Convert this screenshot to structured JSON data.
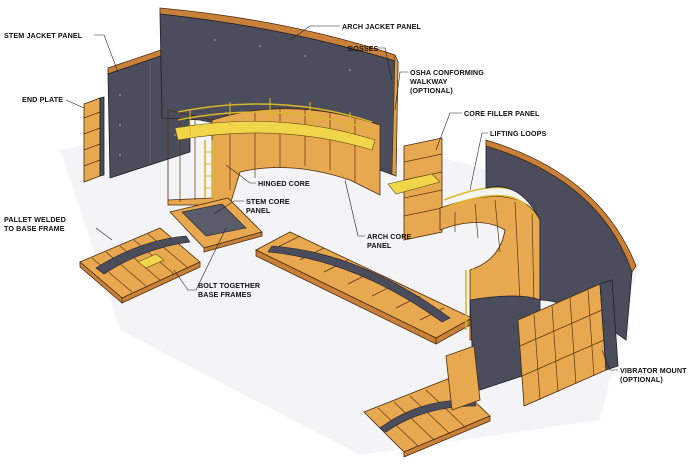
{
  "labels": {
    "stem_jacket_panel": "STEM JACKET PANEL",
    "arch_jacket_panel": "ARCH JACKET PANEL",
    "bosses": "BOSSES",
    "osha_1": "OSHA CONFORMING",
    "osha_2": "WALKWAY",
    "osha_3": "(OPTIONAL)",
    "end_plate": "END PLATE",
    "core_filler_panel": "CORE FILLER PANEL",
    "lifting_loops": "LIFTING LOOPS",
    "hinged_core": "HINGED CORE",
    "stem_core_1": "STEM CORE",
    "stem_core_2": "PANEL",
    "pallet_1": "PALLET WELDED",
    "pallet_2": "TO BASE FRAME",
    "arch_core_1": "ARCH CORE",
    "arch_core_2": "PANEL",
    "bolt_1": "BOLT TOGETHER",
    "bolt_2": "BASE FRAMES",
    "vibrator_1": "VIBRATOR MOUNT",
    "vibrator_2": "(OPTIONAL)"
  },
  "colors": {
    "wood": "#e8a850",
    "steel": "#4b4d5c",
    "walkway": "#f2d64a",
    "background": "#ffffff"
  }
}
